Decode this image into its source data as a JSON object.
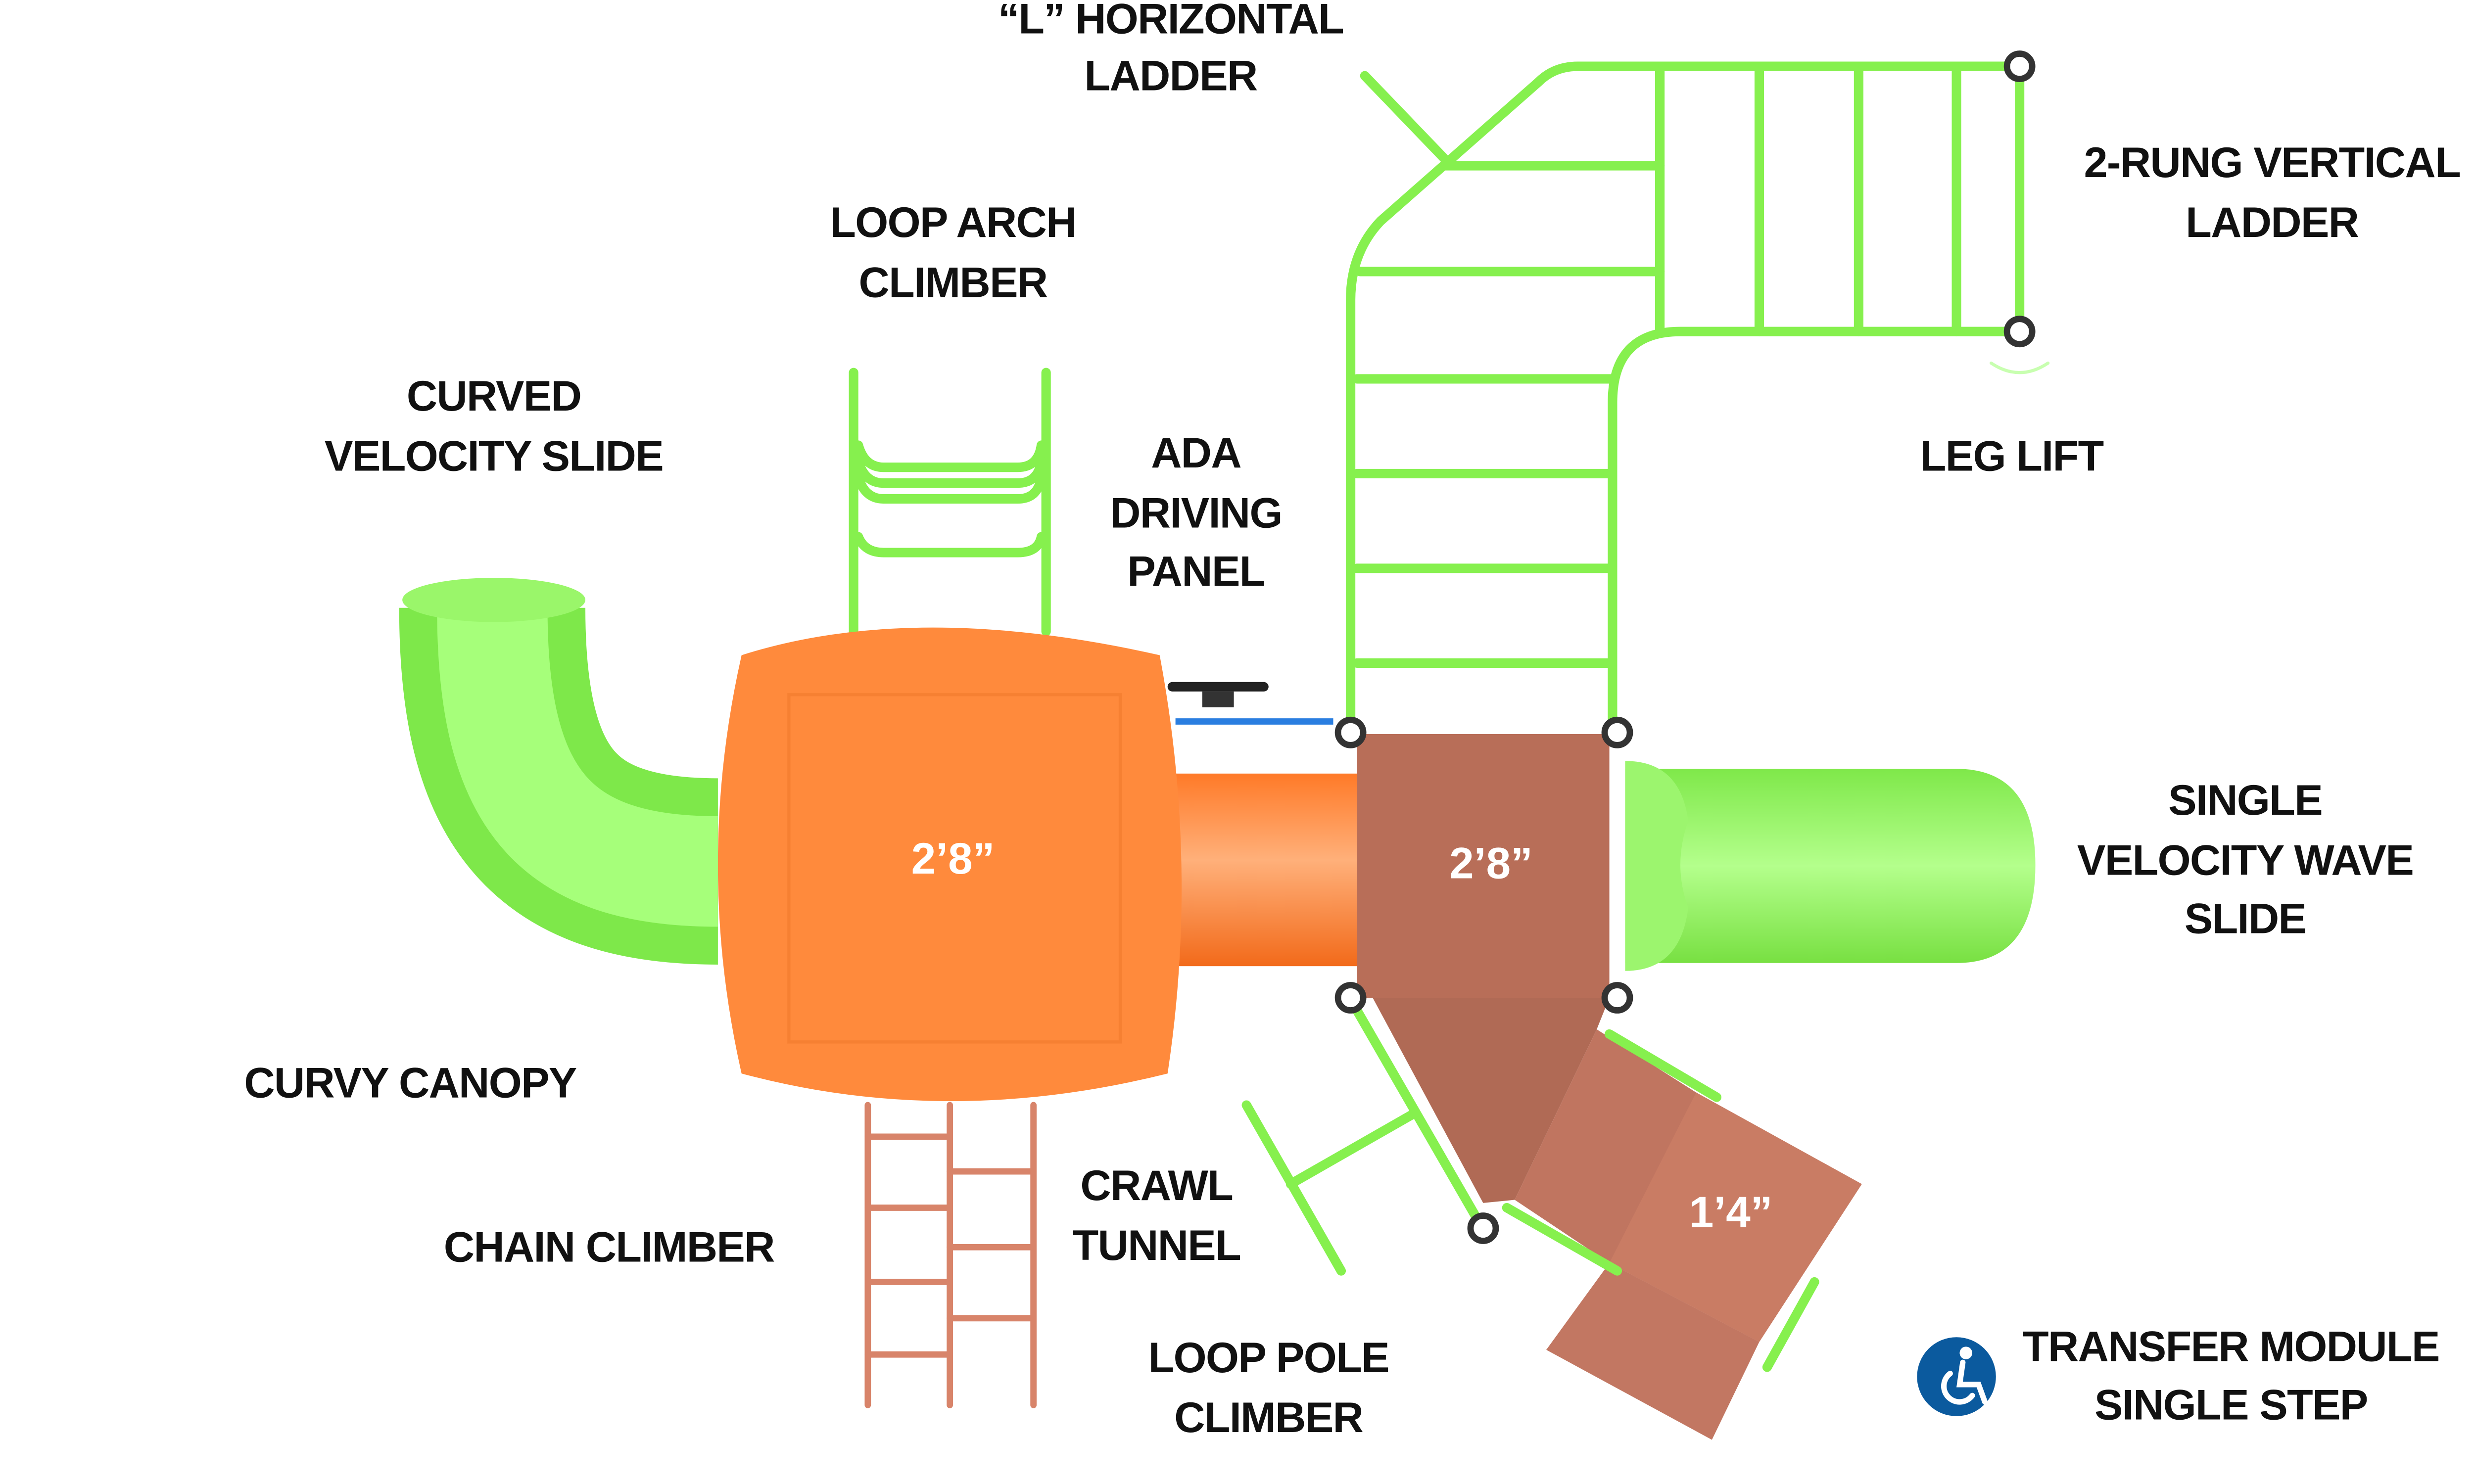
{
  "colors": {
    "green": "#8cf55a",
    "orange": "#ff8a3c",
    "brown": "#b86e58",
    "brown_light": "#c97c64",
    "ada_blue": "#0b5a9e"
  },
  "labels": {
    "l_horizontal_ladder": [
      "“L” HORIZONTAL",
      "LADDER"
    ],
    "two_rung_vertical_ladder": [
      "2-RUNG VERTICAL",
      "LADDER"
    ],
    "loop_arch_climber": [
      "LOOP ARCH",
      "CLIMBER"
    ],
    "curved_velocity_slide": [
      "CURVED",
      "VELOCITY SLIDE"
    ],
    "ada_driving_panel": [
      "ADA",
      "DRIVING",
      "PANEL"
    ],
    "leg_lift": [
      "LEG LIFT"
    ],
    "single_velocity_wave_slide": [
      "SINGLE",
      "VELOCITY WAVE",
      "SLIDE"
    ],
    "curvy_canopy": [
      "CURVY CANOPY"
    ],
    "chain_climber": [
      "CHAIN CLIMBER"
    ],
    "crawl_tunnel": [
      "CRAWL",
      "TUNNEL"
    ],
    "loop_pole_climber": [
      "LOOP POLE",
      "CLIMBER"
    ],
    "transfer_module_single_step": [
      "TRANSFER MODULE",
      "SINGLE STEP"
    ]
  },
  "deck_heights": {
    "canopy_deck": "2’8”",
    "main_deck": "2’8”",
    "transfer_step": "1’4”"
  },
  "icons": {
    "accessibility": "wheelchair-icon"
  }
}
